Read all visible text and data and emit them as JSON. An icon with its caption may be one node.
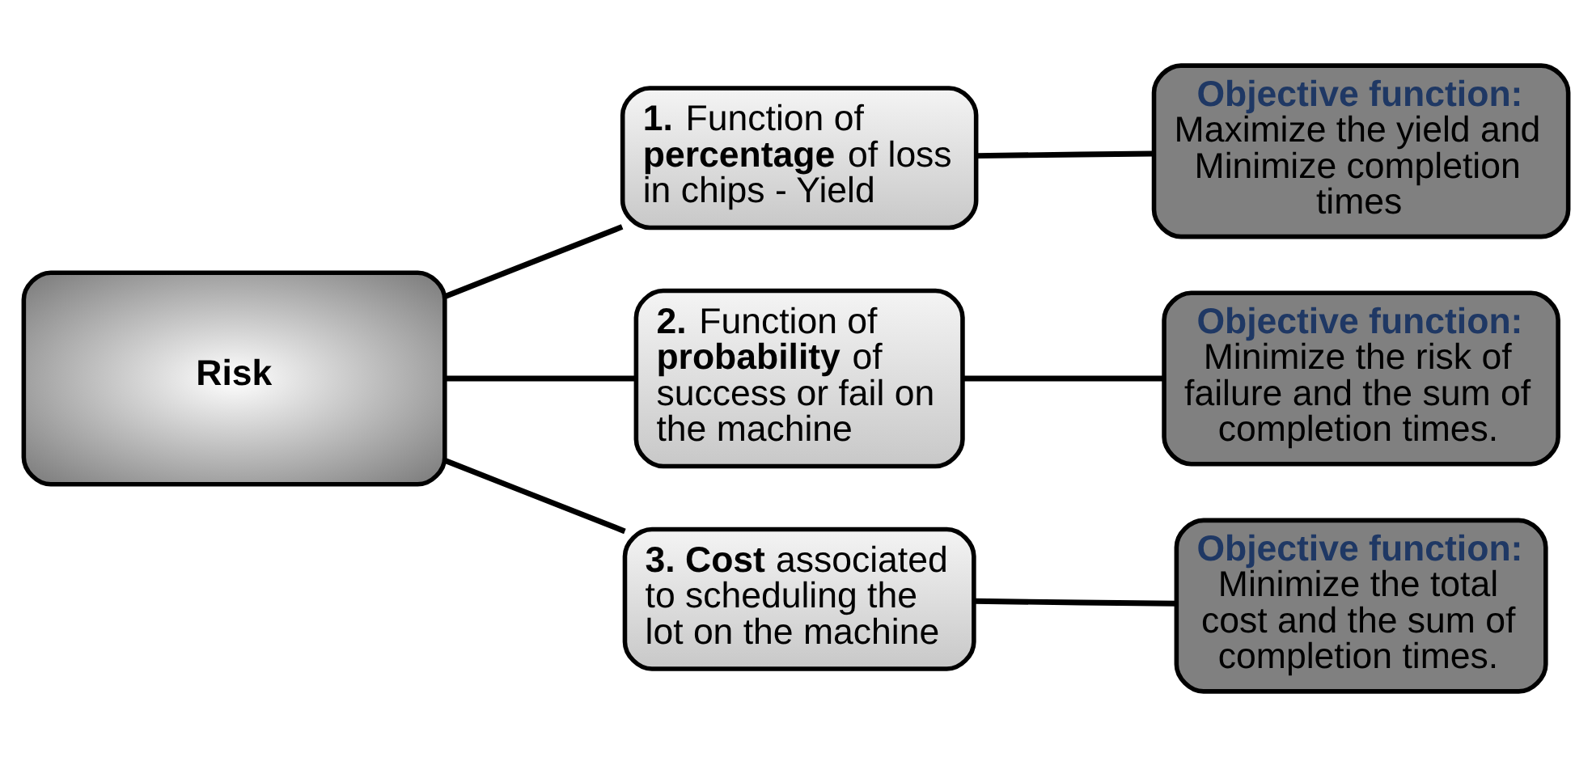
{
  "diagram": {
    "nodes": [
      {
        "text": [
          "Risk"
        ]
      },
      {
        "text": [
          "**1.** Function of **percentage** of loss in chips - Yield"
        ]
      },
      {
        "text": [
          "**2.** Function of **probability** of success or fail on the machine"
        ]
      },
      {
        "text": [
          "**3.** **Cost** associated to scheduling the lot on the machine"
        ]
      },
      {
        "text": [
          "Objective function:",
          "Maximize the yield and Minimize completion times"
        ]
      },
      {
        "text": [
          "Objective function:",
          "Minimize the risk of failure and the sum of completion times."
        ]
      },
      {
        "text": [
          "Objective function:",
          "Minimize the total cost and the sum of completion times."
        ]
      }
    ],
    "edges": [
      {
        "from": 0,
        "to": 1,
        "arrow": "none"
      },
      {
        "from": 0,
        "to": 2,
        "arrow": "none"
      },
      {
        "from": 0,
        "to": 3,
        "arrow": "none"
      },
      {
        "from": 1,
        "to": 4,
        "arrow": "none"
      },
      {
        "from": 2,
        "to": 5,
        "arrow": "none"
      },
      {
        "from": 3,
        "to": 6,
        "arrow": "none"
      }
    ]
  }
}
